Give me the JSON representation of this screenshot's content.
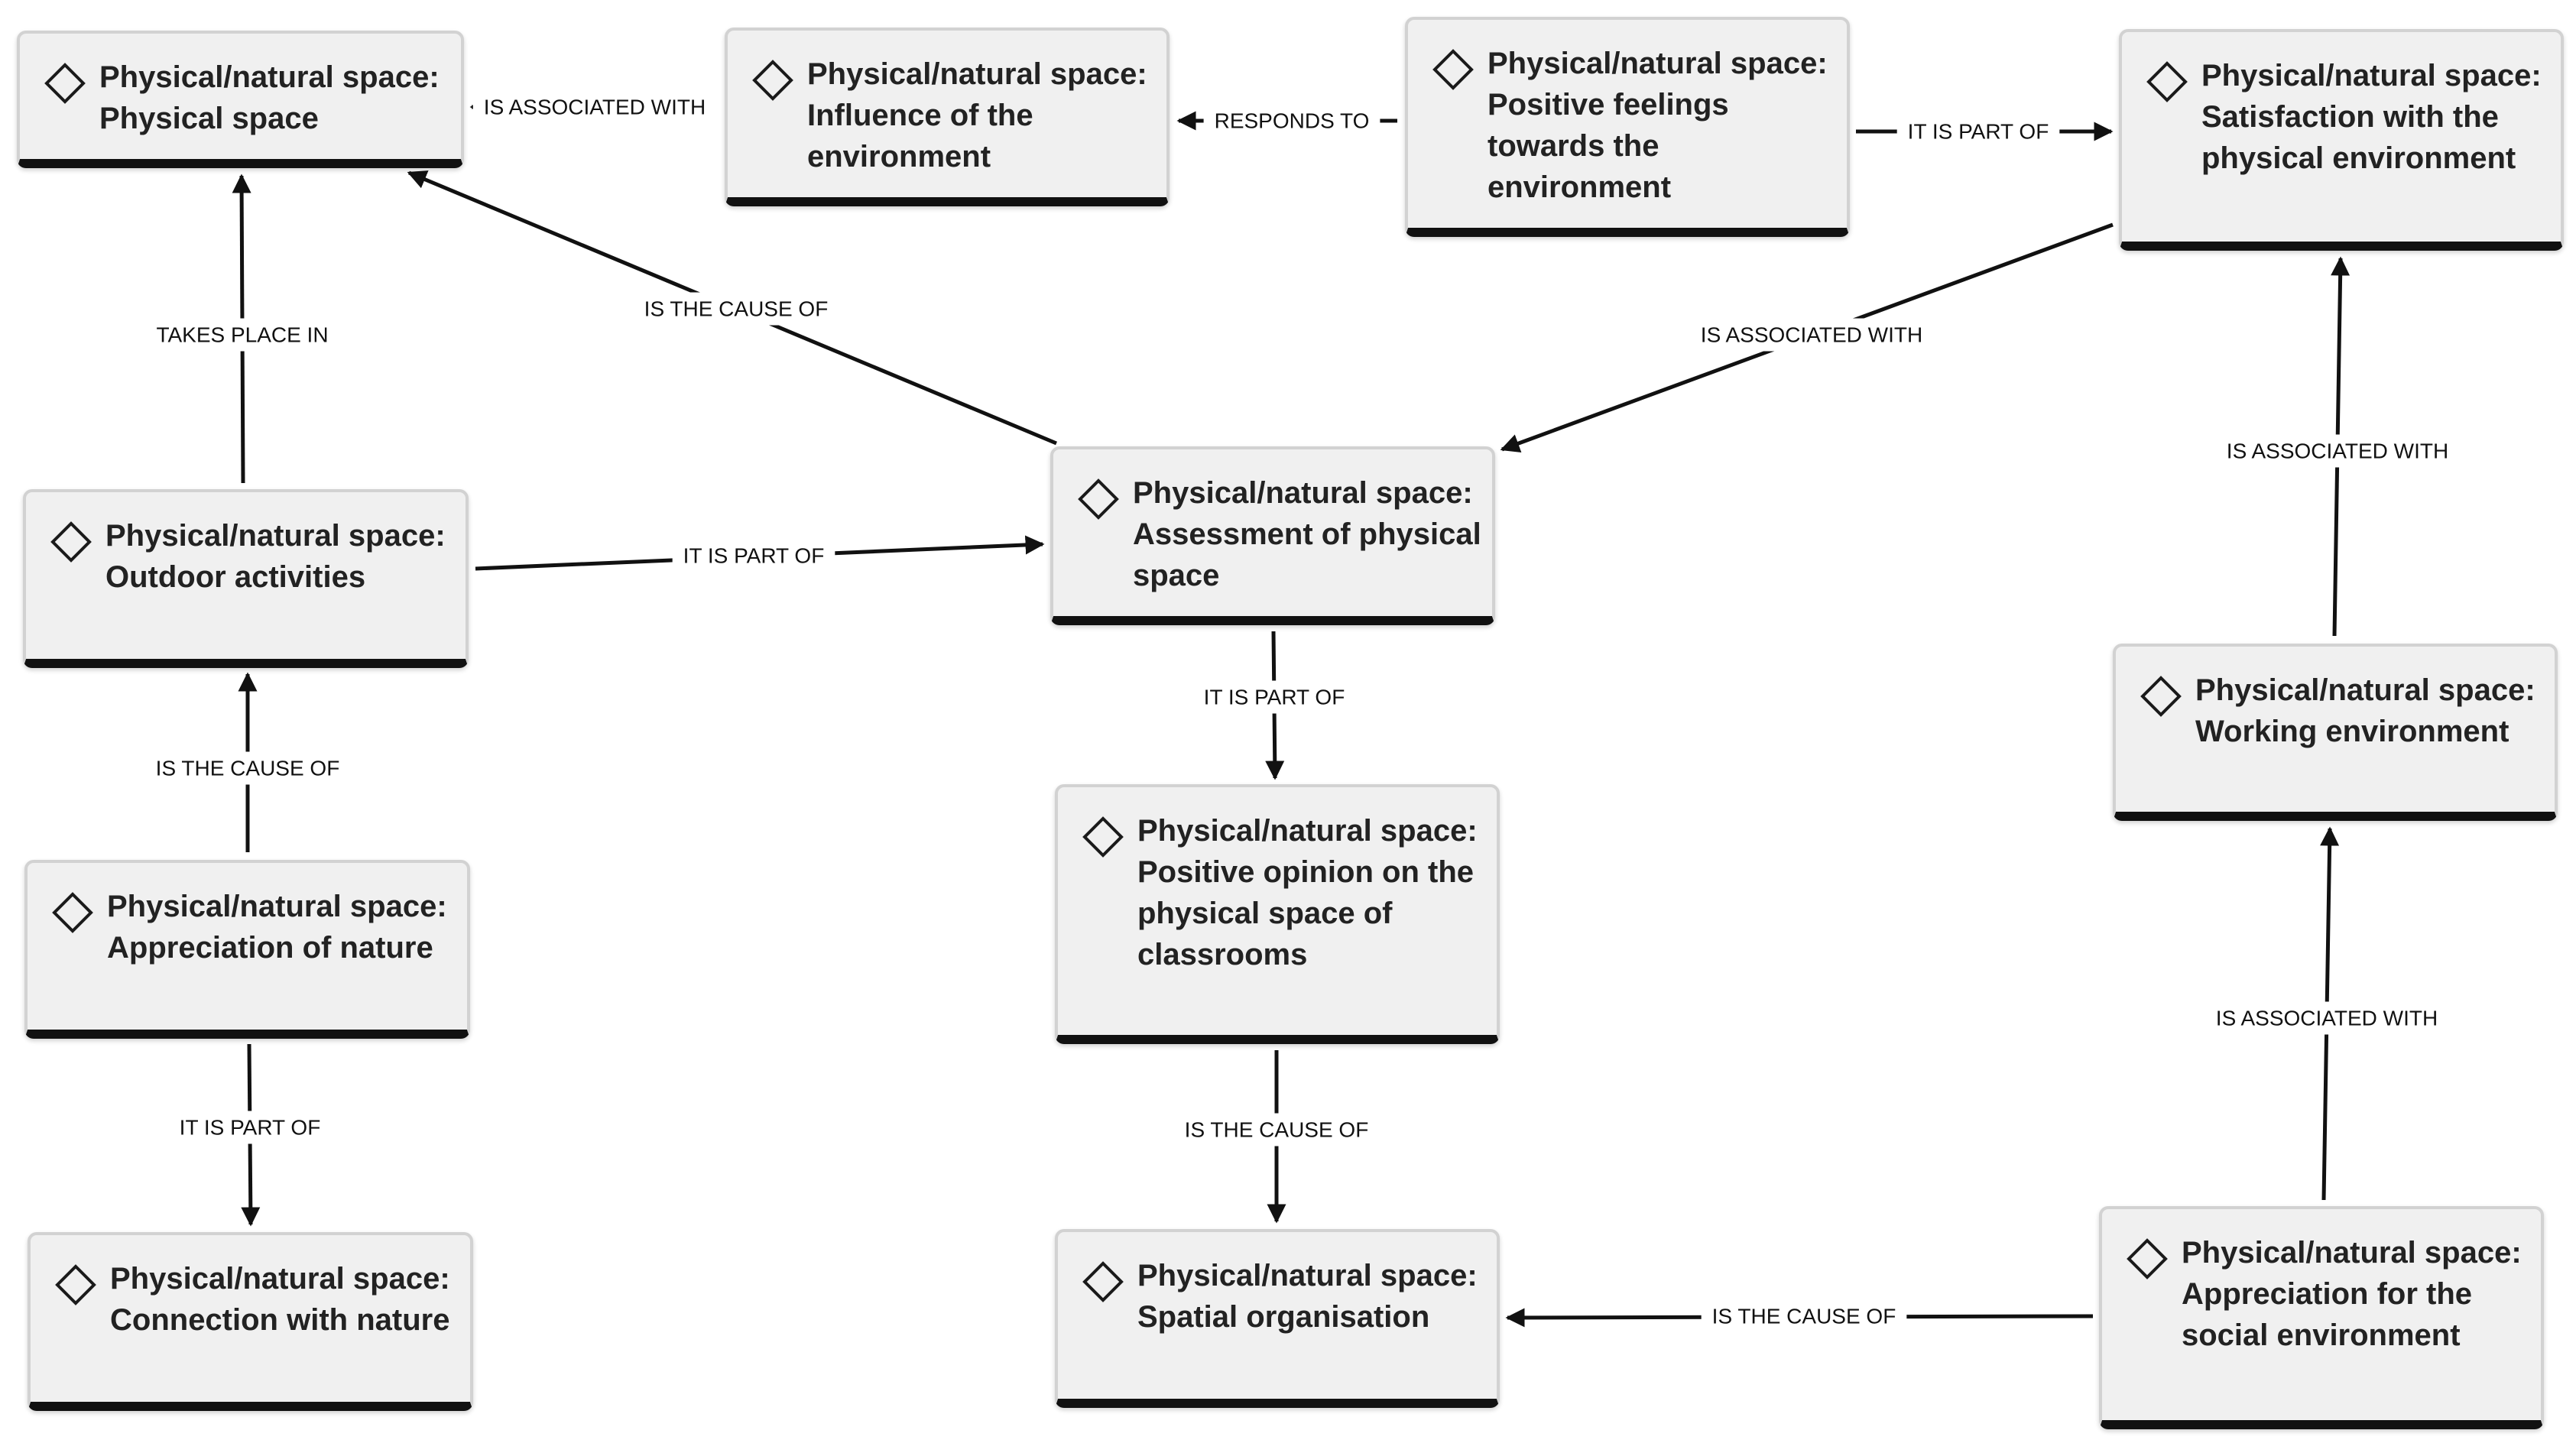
{
  "nodes": {
    "physical_space": {
      "category": "Physical/natural space:",
      "lines": [
        "Physical space"
      ]
    },
    "influence_environment": {
      "category": "Physical/natural space:",
      "lines": [
        "Influence of the",
        "environment"
      ]
    },
    "positive_feelings": {
      "category": "Physical/natural space:",
      "lines": [
        "Positive feelings",
        "towards the",
        "environment"
      ]
    },
    "satisfaction_physical": {
      "category": "Physical/natural space:",
      "lines": [
        "Satisfaction with the",
        "physical environment"
      ]
    },
    "outdoor_activities": {
      "category": "Physical/natural space:",
      "lines": [
        "Outdoor activities"
      ]
    },
    "assessment_physical": {
      "category": "Physical/natural space:",
      "lines": [
        "Assessment of physical",
        "space"
      ]
    },
    "working_environment": {
      "category": "Physical/natural space:",
      "lines": [
        "Working environment"
      ]
    },
    "positive_opinion": {
      "category": "Physical/natural space:",
      "lines": [
        "Positive opinion on the",
        "physical space of",
        "classrooms"
      ]
    },
    "appreciation_nature": {
      "category": "Physical/natural space:",
      "lines": [
        "Appreciation of nature"
      ]
    },
    "connection_nature": {
      "category": "Physical/natural space:",
      "lines": [
        "Connection with nature"
      ]
    },
    "spatial_organisation": {
      "category": "Physical/natural space:",
      "lines": [
        "Spatial organisation"
      ]
    },
    "appreciation_social": {
      "category": "Physical/natural space:",
      "lines": [
        "Appreciation for the",
        "social environment"
      ]
    }
  },
  "edges": [
    {
      "id": "influence-to-physical",
      "from": "influence_environment",
      "to": "physical_space",
      "label": "IS ASSOCIATED WITH"
    },
    {
      "id": "feelings-to-influence",
      "from": "positive_feelings",
      "to": "influence_environment",
      "label": "RESPONDS TO"
    },
    {
      "id": "feelings-to-satisfaction",
      "from": "positive_feelings",
      "to": "satisfaction_physical",
      "label": "IT IS PART OF"
    },
    {
      "id": "outdoor-to-physical",
      "from": "outdoor_activities",
      "to": "physical_space",
      "label": "TAKES PLACE IN"
    },
    {
      "id": "assessment-to-physical",
      "from": "assessment_physical",
      "to": "physical_space",
      "label": "IS THE CAUSE OF"
    },
    {
      "id": "satisfaction-to-assessment",
      "from": "satisfaction_physical",
      "to": "assessment_physical",
      "label": "IS ASSOCIATED WITH"
    },
    {
      "id": "working-to-satisfaction",
      "from": "working_environment",
      "to": "satisfaction_physical",
      "label": "IS ASSOCIATED WITH"
    },
    {
      "id": "outdoor-to-assessment",
      "from": "outdoor_activities",
      "to": "assessment_physical",
      "label": "IT IS PART OF"
    },
    {
      "id": "appreciation-to-outdoor",
      "from": "appreciation_nature",
      "to": "outdoor_activities",
      "label": "IS THE CAUSE OF"
    },
    {
      "id": "assessment-to-opinion",
      "from": "assessment_physical",
      "to": "positive_opinion",
      "label": "IT IS PART OF"
    },
    {
      "id": "appreciation-to-connection",
      "from": "appreciation_nature",
      "to": "connection_nature",
      "label": "IT IS PART OF"
    },
    {
      "id": "opinion-to-spatial",
      "from": "positive_opinion",
      "to": "spatial_organisation",
      "label": "IS THE CAUSE OF"
    },
    {
      "id": "social-to-working",
      "from": "appreciation_social",
      "to": "working_environment",
      "label": "IS ASSOCIATED WITH"
    },
    {
      "id": "social-to-spatial",
      "from": "appreciation_social",
      "to": "spatial_organisation",
      "label": "IS THE CAUSE OF"
    }
  ]
}
